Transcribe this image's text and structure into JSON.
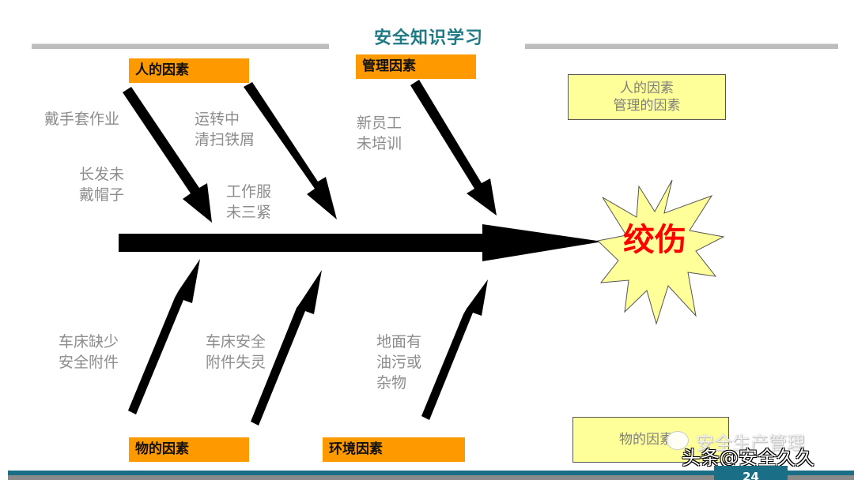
{
  "slide": {
    "title": "安全知识学习",
    "page_number": "24"
  },
  "categories": {
    "human": "人的因素",
    "management": "管理因素",
    "material": "物的因素",
    "environment": "环境因素"
  },
  "causes": {
    "human": [
      "戴手套作业",
      "长发未\n戴帽子",
      "运转中\n清扫铁屑",
      "工作服\n未三紧"
    ],
    "management": [
      "新员工\n未培训"
    ],
    "material": [
      "车床缺少\n安全附件",
      "车床安全\n附件失灵"
    ],
    "environment": [
      "地面有\n油污或\n杂物"
    ]
  },
  "effect": {
    "label": "绞伤",
    "shape": "explosion-starburst"
  },
  "notes": {
    "top_right": "人的因素\n管理的因素",
    "bottom_right": "物的因素"
  },
  "watermark": {
    "source": "安全生产管理",
    "credit": "头条@安全久久"
  },
  "colors": {
    "title": "#1f7a86",
    "category_fill": "#ff9900",
    "note_fill": "#ffff99",
    "effect_fill": "#ffff99",
    "effect_text": "#ff0000",
    "cause_text": "#8c8c8c",
    "footer": "#1a6e85"
  }
}
